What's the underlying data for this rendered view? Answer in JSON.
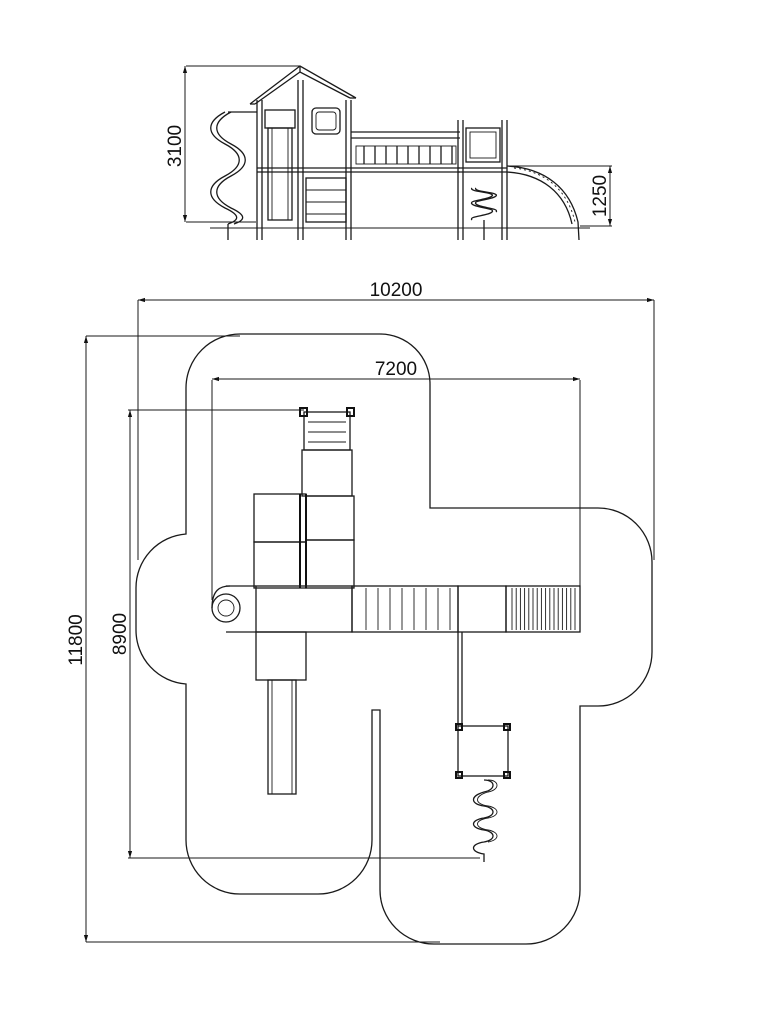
{
  "dimensions": {
    "side_height": "3100",
    "side_slide_height": "1250",
    "plan_total_width": "10200",
    "plan_inner_width": "7200",
    "plan_total_depth": "11800",
    "plan_inner_depth": "8900"
  },
  "colors": {
    "line": "#1a1a1a",
    "background": "#ffffff"
  }
}
